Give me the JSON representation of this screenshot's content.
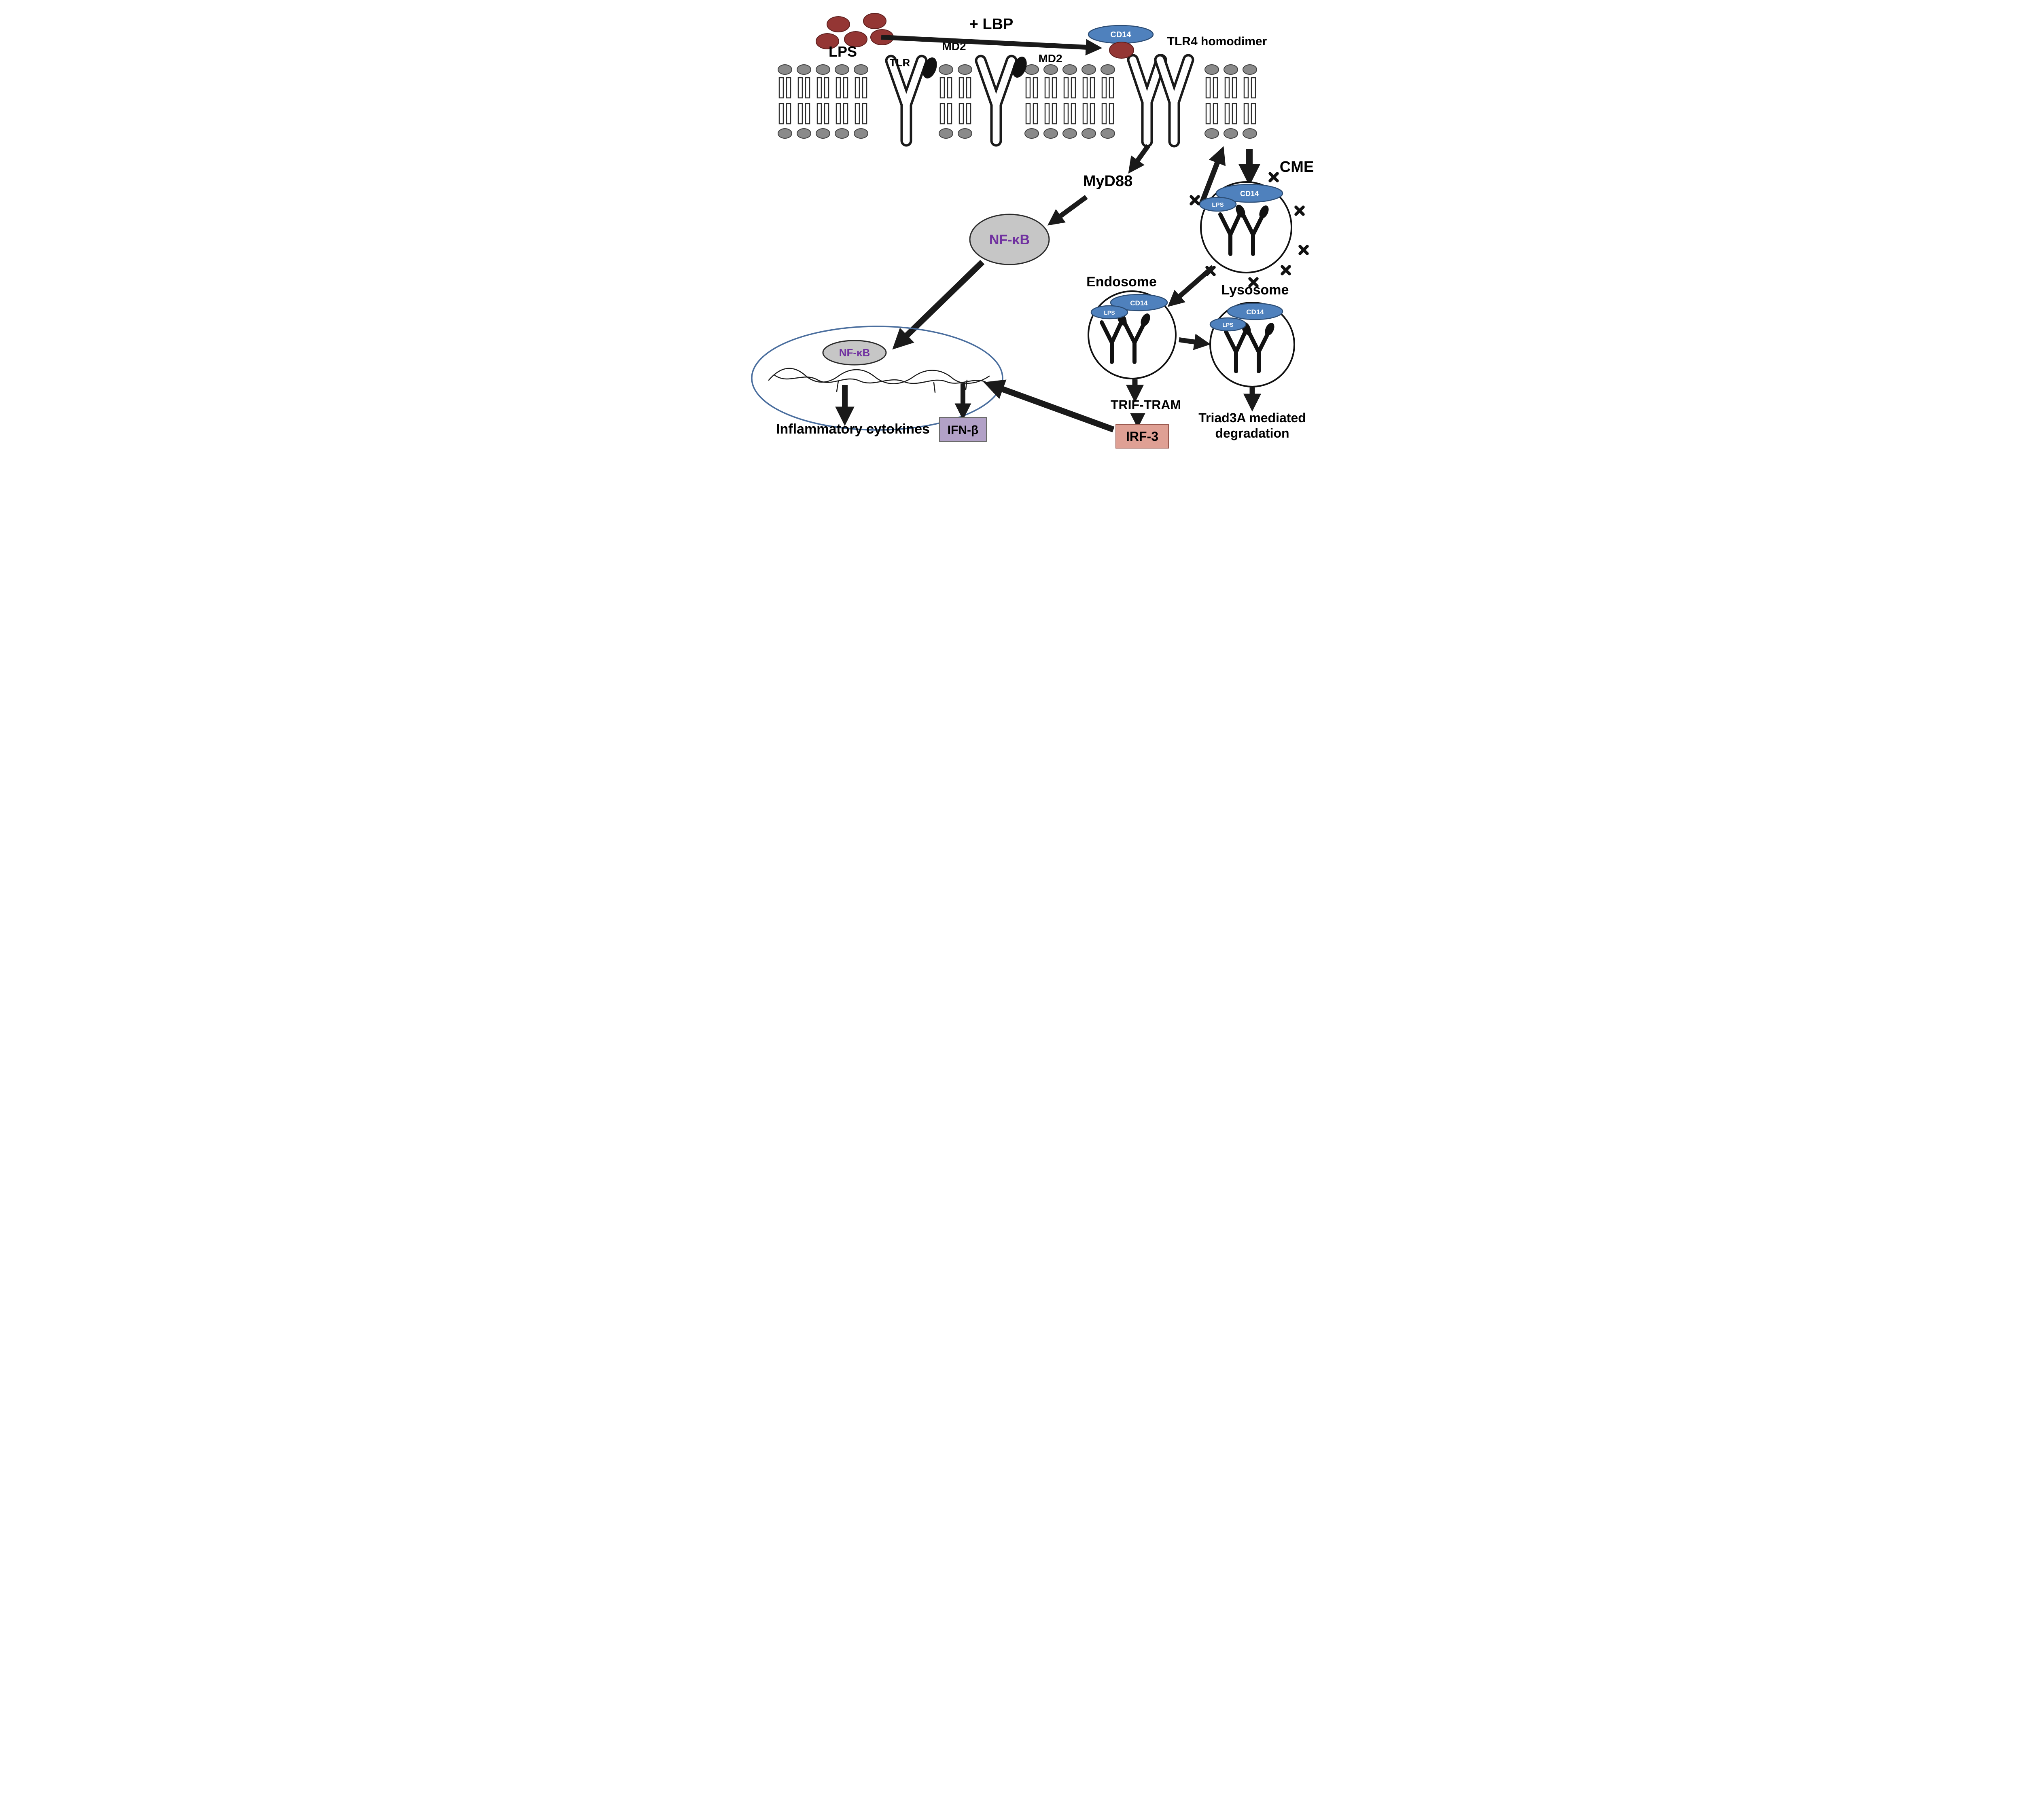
{
  "ligand": {
    "lps_label": "LPS",
    "lbp_arrow_label": "+ LBP",
    "cd14_label": "CD14"
  },
  "membrane": {
    "tlr_label": "TLR",
    "md2_label_left": "MD2",
    "md2_label_right": "MD2",
    "tlr4_homodimer_label": "TLR4 homodimer"
  },
  "signaling": {
    "myd88_label": "MyD88",
    "nfkb_label": "NF-κB",
    "trif_tram_label": "TRIF-TRAM",
    "irf3_label": "IRF-3"
  },
  "nucleus": {
    "nfkb_label": "NF-κB"
  },
  "outputs": {
    "inflammatory_cytokines_label": "Inflammatory cytokines",
    "ifn_beta_label": "IFN-β"
  },
  "endocytosis": {
    "cme_label": "CME",
    "vesicle": {
      "cd14_label": "CD14",
      "lps_label": "LPS"
    },
    "endosome": {
      "title_label": "Endosome",
      "cd14_label": "CD14",
      "lps_label": "LPS"
    },
    "lysosome": {
      "title_label": "Lysosome",
      "cd14_label": "CD14",
      "lps_label": "LPS"
    },
    "degradation_label_line1": "Triad3A mediated",
    "degradation_label_line2": "degradation"
  },
  "colors": {
    "lps_red": "#943634",
    "cd14_blue": "#4f81bd",
    "membrane_gray": "#8a8a8a",
    "nfkb_gray": "#c6c6c6",
    "nfkb_text_purple": "#7030a0",
    "ifn_beta_box_purple": "#b2a1c7",
    "irf3_box_salmon": "#dfa094",
    "nucleus_outline_blue": "#4a6e9e",
    "arrow_black": "#1a1a1a"
  }
}
